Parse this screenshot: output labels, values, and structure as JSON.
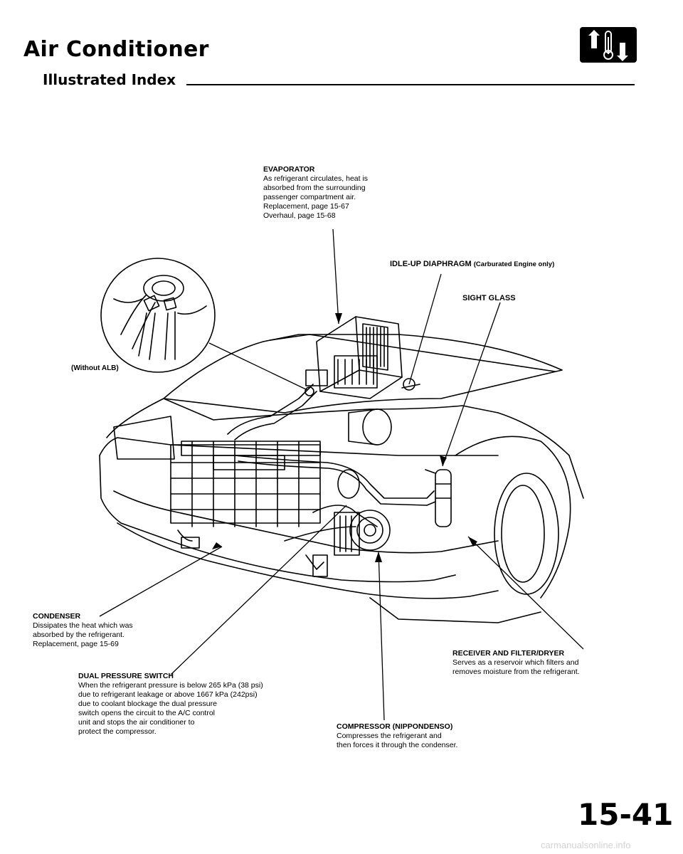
{
  "header": {
    "title": "Air Conditioner",
    "subtitle": "Illustrated Index"
  },
  "labels": {
    "evaporator": {
      "name": "EVAPORATOR",
      "lines": [
        "As refrigerant circulates, heat is",
        "absorbed from the surrounding",
        "passenger compartment air.",
        "Replacement, page 15-67",
        "Overhaul, page 15-68"
      ]
    },
    "idle_up": {
      "name": "IDLE-UP DIAPHRAGM",
      "note": "(Carburated Engine only)"
    },
    "sight_glass": {
      "name": "SIGHT GLASS"
    },
    "without_alb": "(Without ALB)",
    "condenser": {
      "name": "CONDENSER",
      "lines": [
        "Dissipates the heat which was",
        "absorbed by the refrigerant.",
        "Replacement, page 15-69"
      ]
    },
    "dual_pressure": {
      "name": "DUAL PRESSURE SWITCH",
      "lines": [
        "When the refrigerant pressure is below 265 kPa (38 psi)",
        "due to refrigerant leakage or above 1667 kPa (242psi)",
        "due to coolant blockage the dual pressure",
        "switch opens the circuit to the A/C control",
        "unit and stops the air conditioner to",
        "protect the compressor."
      ]
    },
    "receiver": {
      "name": "RECEIVER AND FILTER/DRYER",
      "lines": [
        "Serves as a reservoir which filters and",
        "removes moisture from the refrigerant."
      ]
    },
    "compressor": {
      "name": "COMPRESSOR (NIPPONDENSO)",
      "lines": [
        "Compresses the refrigerant and",
        "then forces it through the condenser."
      ]
    }
  },
  "page_number": "15-41",
  "footer": "carmanualsonline.info",
  "icons": [
    "ac-temperature-icon"
  ],
  "colors": {
    "ink": "#000000",
    "paper": "#ffffff",
    "footer": "#d4d4d4"
  }
}
